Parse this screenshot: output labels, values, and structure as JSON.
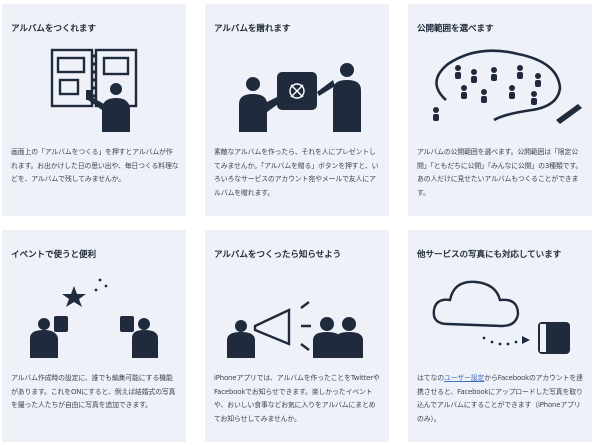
{
  "features": [
    {
      "title": "アルバムをつくれます",
      "icon": "album-making-icon",
      "description": "画面上の「アルバムをつくる」を押すとアルバムが作れます。お出かけした日の思い出や、毎日つくる料理などを、アルバムで残してみませんか。"
    },
    {
      "title": "アルバムを贈れます",
      "icon": "gift-album-icon",
      "description": "素敵なアルバムを作ったら、それを人にプレゼントしてみませんか。「アルバムを贈る」ボタンを押すと、いろいろなサービスのアカウント宛やメールで友人にアルバムを贈れます。"
    },
    {
      "title": "公開範囲を選べます",
      "icon": "visibility-scope-icon",
      "description": "アルバムの公開範囲を選べます。公開範囲は「限定公開」「ともだちに公開」「みんなに公開」の3種類です。あの人だけに見せたいアルバムもつくることができます。"
    },
    {
      "title": "イベントで使うと便利",
      "icon": "event-sharing-icon",
      "description": "アルバム作成時の設定に、誰でも編集可能にする機能があります。これをONにすると、例えば結婚式の写真を撮った人たちが自由に写真を追加できます。"
    },
    {
      "title": "アルバムをつくったら知らせよう",
      "icon": "megaphone-announce-icon",
      "description": "iPhoneアプリでは、アルバムを作ったことをTwitterやFacebookでお知らせできます。楽しかったイベントや、おいしい食事などお気に入りをアルバムにまとめてお知らせしてみませんか。"
    },
    {
      "title": "他サービスの写真にも対応しています",
      "icon": "cloud-import-icon",
      "description_before": "はてなの",
      "description_link": "ユーザー設定",
      "description_after": "からFacebookのアカウントを連携させると、Facebookにアップロードした写真を取り込んでアルバムにすることができます（iPhoneアプリのみ）。"
    }
  ],
  "colors": {
    "card_background": "#eef1f7",
    "illustration": "#1f2b3d",
    "link": "#3b6fc4"
  }
}
